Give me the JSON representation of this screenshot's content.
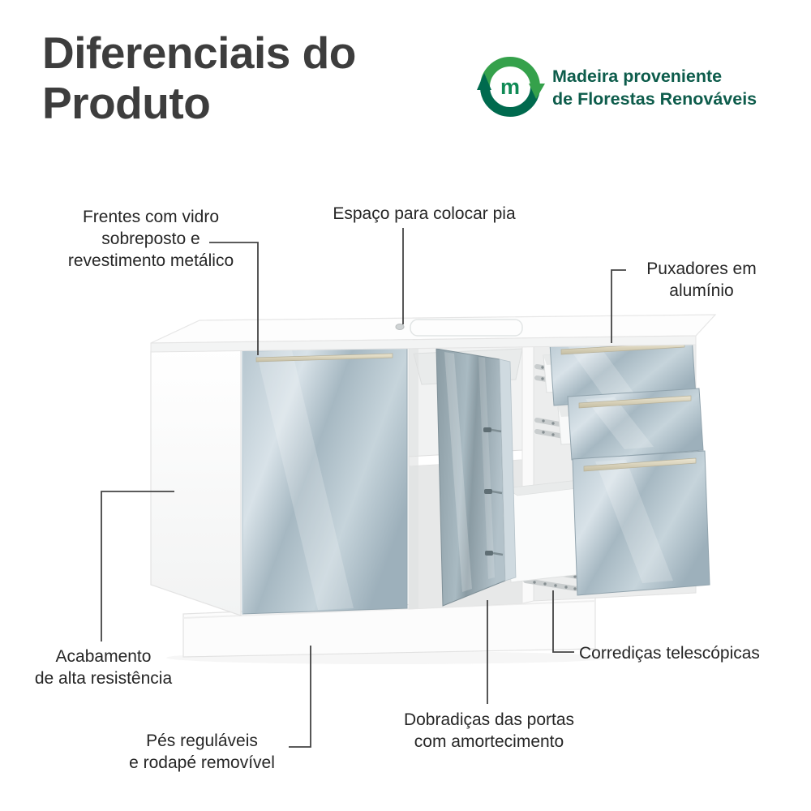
{
  "title": {
    "lines": [
      "Diferenciais do",
      "Produto"
    ]
  },
  "badge": {
    "logo_letter": "m",
    "lines": [
      "Madeira proveniente",
      "de Florestas Renováveis"
    ],
    "text_color": "#0d5c4b",
    "logo_green_light": "#35a14b",
    "logo_green_dark": "#006a4e",
    "logo_letter_color": "#0f8a55"
  },
  "callouts": {
    "frentes": {
      "lines": [
        "Frentes com vidro",
        "sobreposto e",
        "revestimento metálico"
      ]
    },
    "espaco": {
      "lines": [
        "Espaço para colocar pia"
      ]
    },
    "puxadores": {
      "lines": [
        "Puxadores em",
        "alumínio"
      ]
    },
    "acabamento": {
      "lines": [
        "Acabamento",
        "de alta resistência"
      ]
    },
    "pes": {
      "lines": [
        "Pés reguláveis",
        "e rodapé removível"
      ]
    },
    "dobradicas": {
      "lines": [
        "Dobradiças das portas",
        "com amortecimento"
      ]
    },
    "corredicas": {
      "lines": [
        "Corrediças telescópicas"
      ]
    }
  },
  "illustration": {
    "door_color": "#aabfca",
    "open_door_color": "#8f9fa7",
    "handle_color": "#ddd6bd",
    "cabinet_color": "#ffffff",
    "connector_color": "#444444"
  }
}
